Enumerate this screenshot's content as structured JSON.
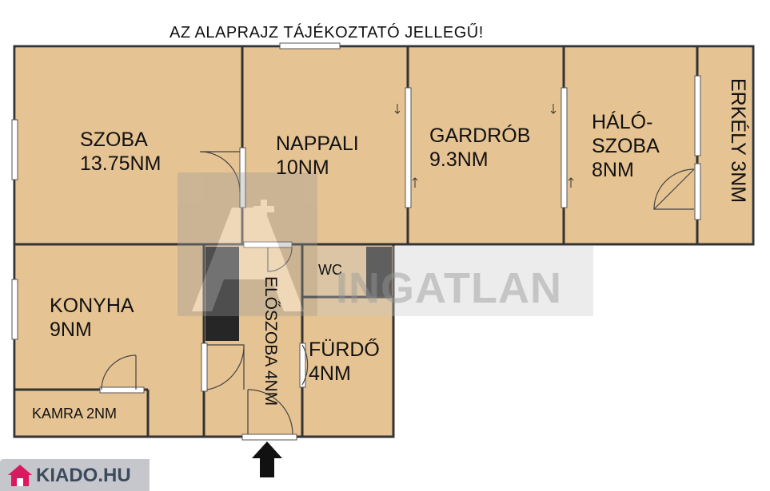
{
  "disclaimer": "AZ ALAPRAJZ TÁJÉKOZTATÓ JELLEGŰ!",
  "rooms": {
    "szoba": {
      "name": "SZOBA",
      "area": "13.75NM"
    },
    "nappali": {
      "name": "NAPPALI",
      "area": "10NM"
    },
    "gardrob": {
      "name": "GARDRÓB",
      "area": "9.3NM"
    },
    "haloszoba": {
      "name1": "HÁLÓ-",
      "name2": "SZOBA",
      "area": "8NM"
    },
    "erkely": {
      "label": "ERKÉLY 3NM"
    },
    "konyha": {
      "name": "KONYHA",
      "area": "9NM"
    },
    "kamra": {
      "label": "KAMRA 2NM"
    },
    "eloszoba": {
      "label": "ELŐSZOBA 4NM"
    },
    "wc": {
      "label": "WC"
    },
    "furdo": {
      "name": "FÜRDŐ",
      "area": "4NM"
    }
  },
  "watermark": {
    "text": "INGATLAN"
  },
  "logo": {
    "text": "KIADO.HU"
  },
  "colors": {
    "floor": "#e6c392",
    "wall": "#3a3a3a",
    "column": "#262626",
    "watermark": "#bfbfbf"
  }
}
